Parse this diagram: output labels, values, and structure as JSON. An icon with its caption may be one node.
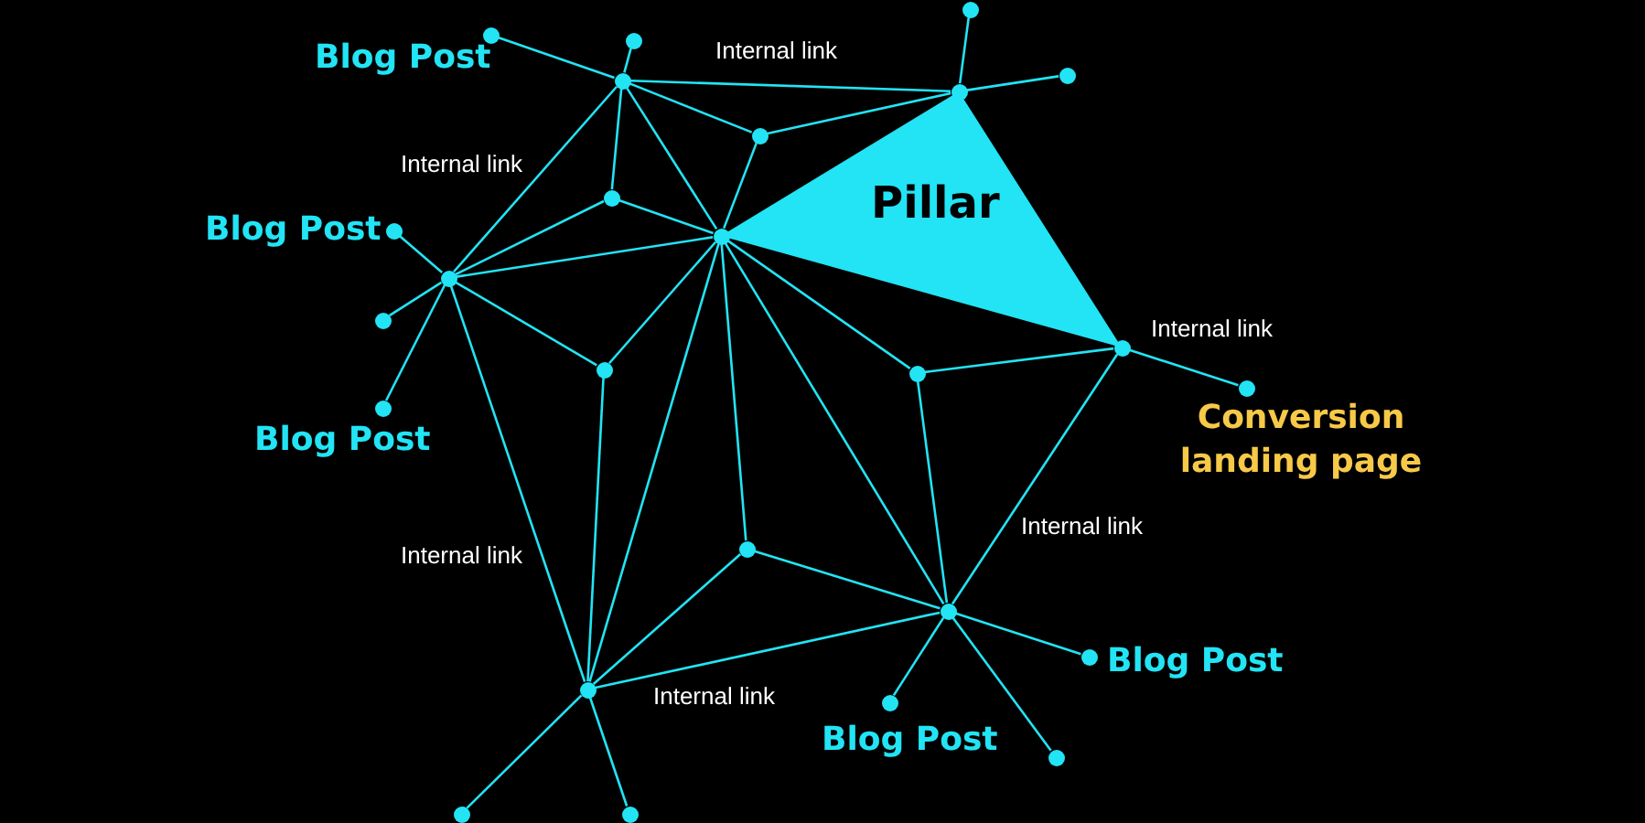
{
  "diagram": {
    "nodes": [
      {
        "text": [
          "Pillar"
        ]
      },
      {
        "text": [],
        "shape": "circle",
        "beside": [
          "Blog Post"
        ]
      },
      {
        "text": [],
        "shape": "circle"
      },
      {
        "text": [],
        "shape": "circle"
      },
      {
        "text": [],
        "shape": "circle"
      },
      {
        "text": [],
        "shape": "circle"
      },
      {
        "text": [],
        "shape": "circle"
      },
      {
        "text": [],
        "shape": "circle"
      },
      {
        "text": [],
        "shape": "circle"
      },
      {
        "text": [],
        "shape": "circle",
        "beside": [
          "Blog Post"
        ]
      },
      {
        "text": [],
        "shape": "circle"
      },
      {
        "text": [],
        "shape": "circle"
      },
      {
        "text": [],
        "shape": "circle"
      },
      {
        "text": [],
        "shape": "circle"
      },
      {
        "text": [],
        "shape": "circle"
      },
      {
        "text": [],
        "shape": "circle"
      },
      {
        "text": [],
        "shape": "circle",
        "beside": [
          "Conversion landing page"
        ]
      },
      {
        "text": [],
        "shape": "circle",
        "beside": [
          "Blog Post"
        ]
      },
      {
        "text": [],
        "shape": "circle"
      },
      {
        "text": [],
        "shape": "circle"
      },
      {
        "text": [],
        "shape": "circle",
        "beside": [
          "Blog Post"
        ]
      },
      {
        "text": [],
        "shape": "circle"
      },
      {
        "text": [],
        "shape": "circle",
        "beside": [
          "Blog Post"
        ]
      },
      {
        "text": [],
        "shape": "circle"
      },
      {
        "text": [],
        "shape": "circle"
      },
      {
        "text": [],
        "shape": "circle"
      }
    ],
    "edges": [
      {
        "from": 4,
        "to": 1,
        "arrow": "none"
      },
      {
        "from": 4,
        "to": 3,
        "arrow": "none"
      },
      {
        "from": 4,
        "to": 6,
        "arrow": "none"
      },
      {
        "from": 4,
        "to": 7,
        "arrow": "none"
      },
      {
        "from": 4,
        "to": 8,
        "arrow": "none"
      },
      {
        "from": 4,
        "to": 10,
        "arrow": "none"
      },
      {
        "from": 4,
        "to": 11,
        "arrow": "none"
      },
      {
        "from": 6,
        "to": 2,
        "arrow": "none"
      },
      {
        "from": 6,
        "to": 5,
        "arrow": "none"
      },
      {
        "from": 6,
        "to": 7,
        "arrow": "none"
      },
      {
        "from": 7,
        "to": 10,
        "arrow": "none"
      },
      {
        "from": 8,
        "to": 11,
        "arrow": "none"
      },
      {
        "from": 8,
        "to": 10,
        "arrow": "none"
      },
      {
        "from": 11,
        "to": 9,
        "arrow": "none"
      },
      {
        "from": 11,
        "to": 12,
        "arrow": "none"
      },
      {
        "from": 11,
        "to": 17,
        "arrow": "none"
      },
      {
        "from": 11,
        "to": 10,
        "arrow": "none"
      },
      {
        "from": 11,
        "to": 14,
        "arrow": "none"
      },
      {
        "from": 11,
        "to": 21,
        "arrow": "none"
      },
      {
        "from": 14,
        "to": 10,
        "arrow": "none"
      },
      {
        "from": 14,
        "to": 21,
        "arrow": "none"
      },
      {
        "from": 10,
        "to": 21,
        "arrow": "none"
      },
      {
        "from": 10,
        "to": 18,
        "arrow": "none"
      },
      {
        "from": 10,
        "to": 19,
        "arrow": "none"
      },
      {
        "from": 10,
        "to": 15,
        "arrow": "none"
      },
      {
        "from": 21,
        "to": 18,
        "arrow": "none"
      },
      {
        "from": 21,
        "to": 19,
        "arrow": "none"
      },
      {
        "from": 21,
        "to": 24,
        "arrow": "none"
      },
      {
        "from": 21,
        "to": 25,
        "arrow": "none"
      },
      {
        "from": 18,
        "to": 19,
        "arrow": "none"
      },
      {
        "from": 15,
        "to": 13,
        "arrow": "none"
      },
      {
        "from": 15,
        "to": 19,
        "arrow": "none"
      },
      {
        "from": 13,
        "to": 19,
        "arrow": "none"
      },
      {
        "from": 13,
        "to": 16,
        "arrow": "none"
      },
      {
        "from": 19,
        "to": 20,
        "arrow": "none"
      },
      {
        "from": 19,
        "to": 22,
        "arrow": "none"
      },
      {
        "from": 19,
        "to": 23,
        "arrow": "none"
      }
    ],
    "labels": [
      "Internal link",
      "Internal link",
      "Internal link",
      "Internal link",
      "Internal link",
      "Internal link"
    ]
  }
}
